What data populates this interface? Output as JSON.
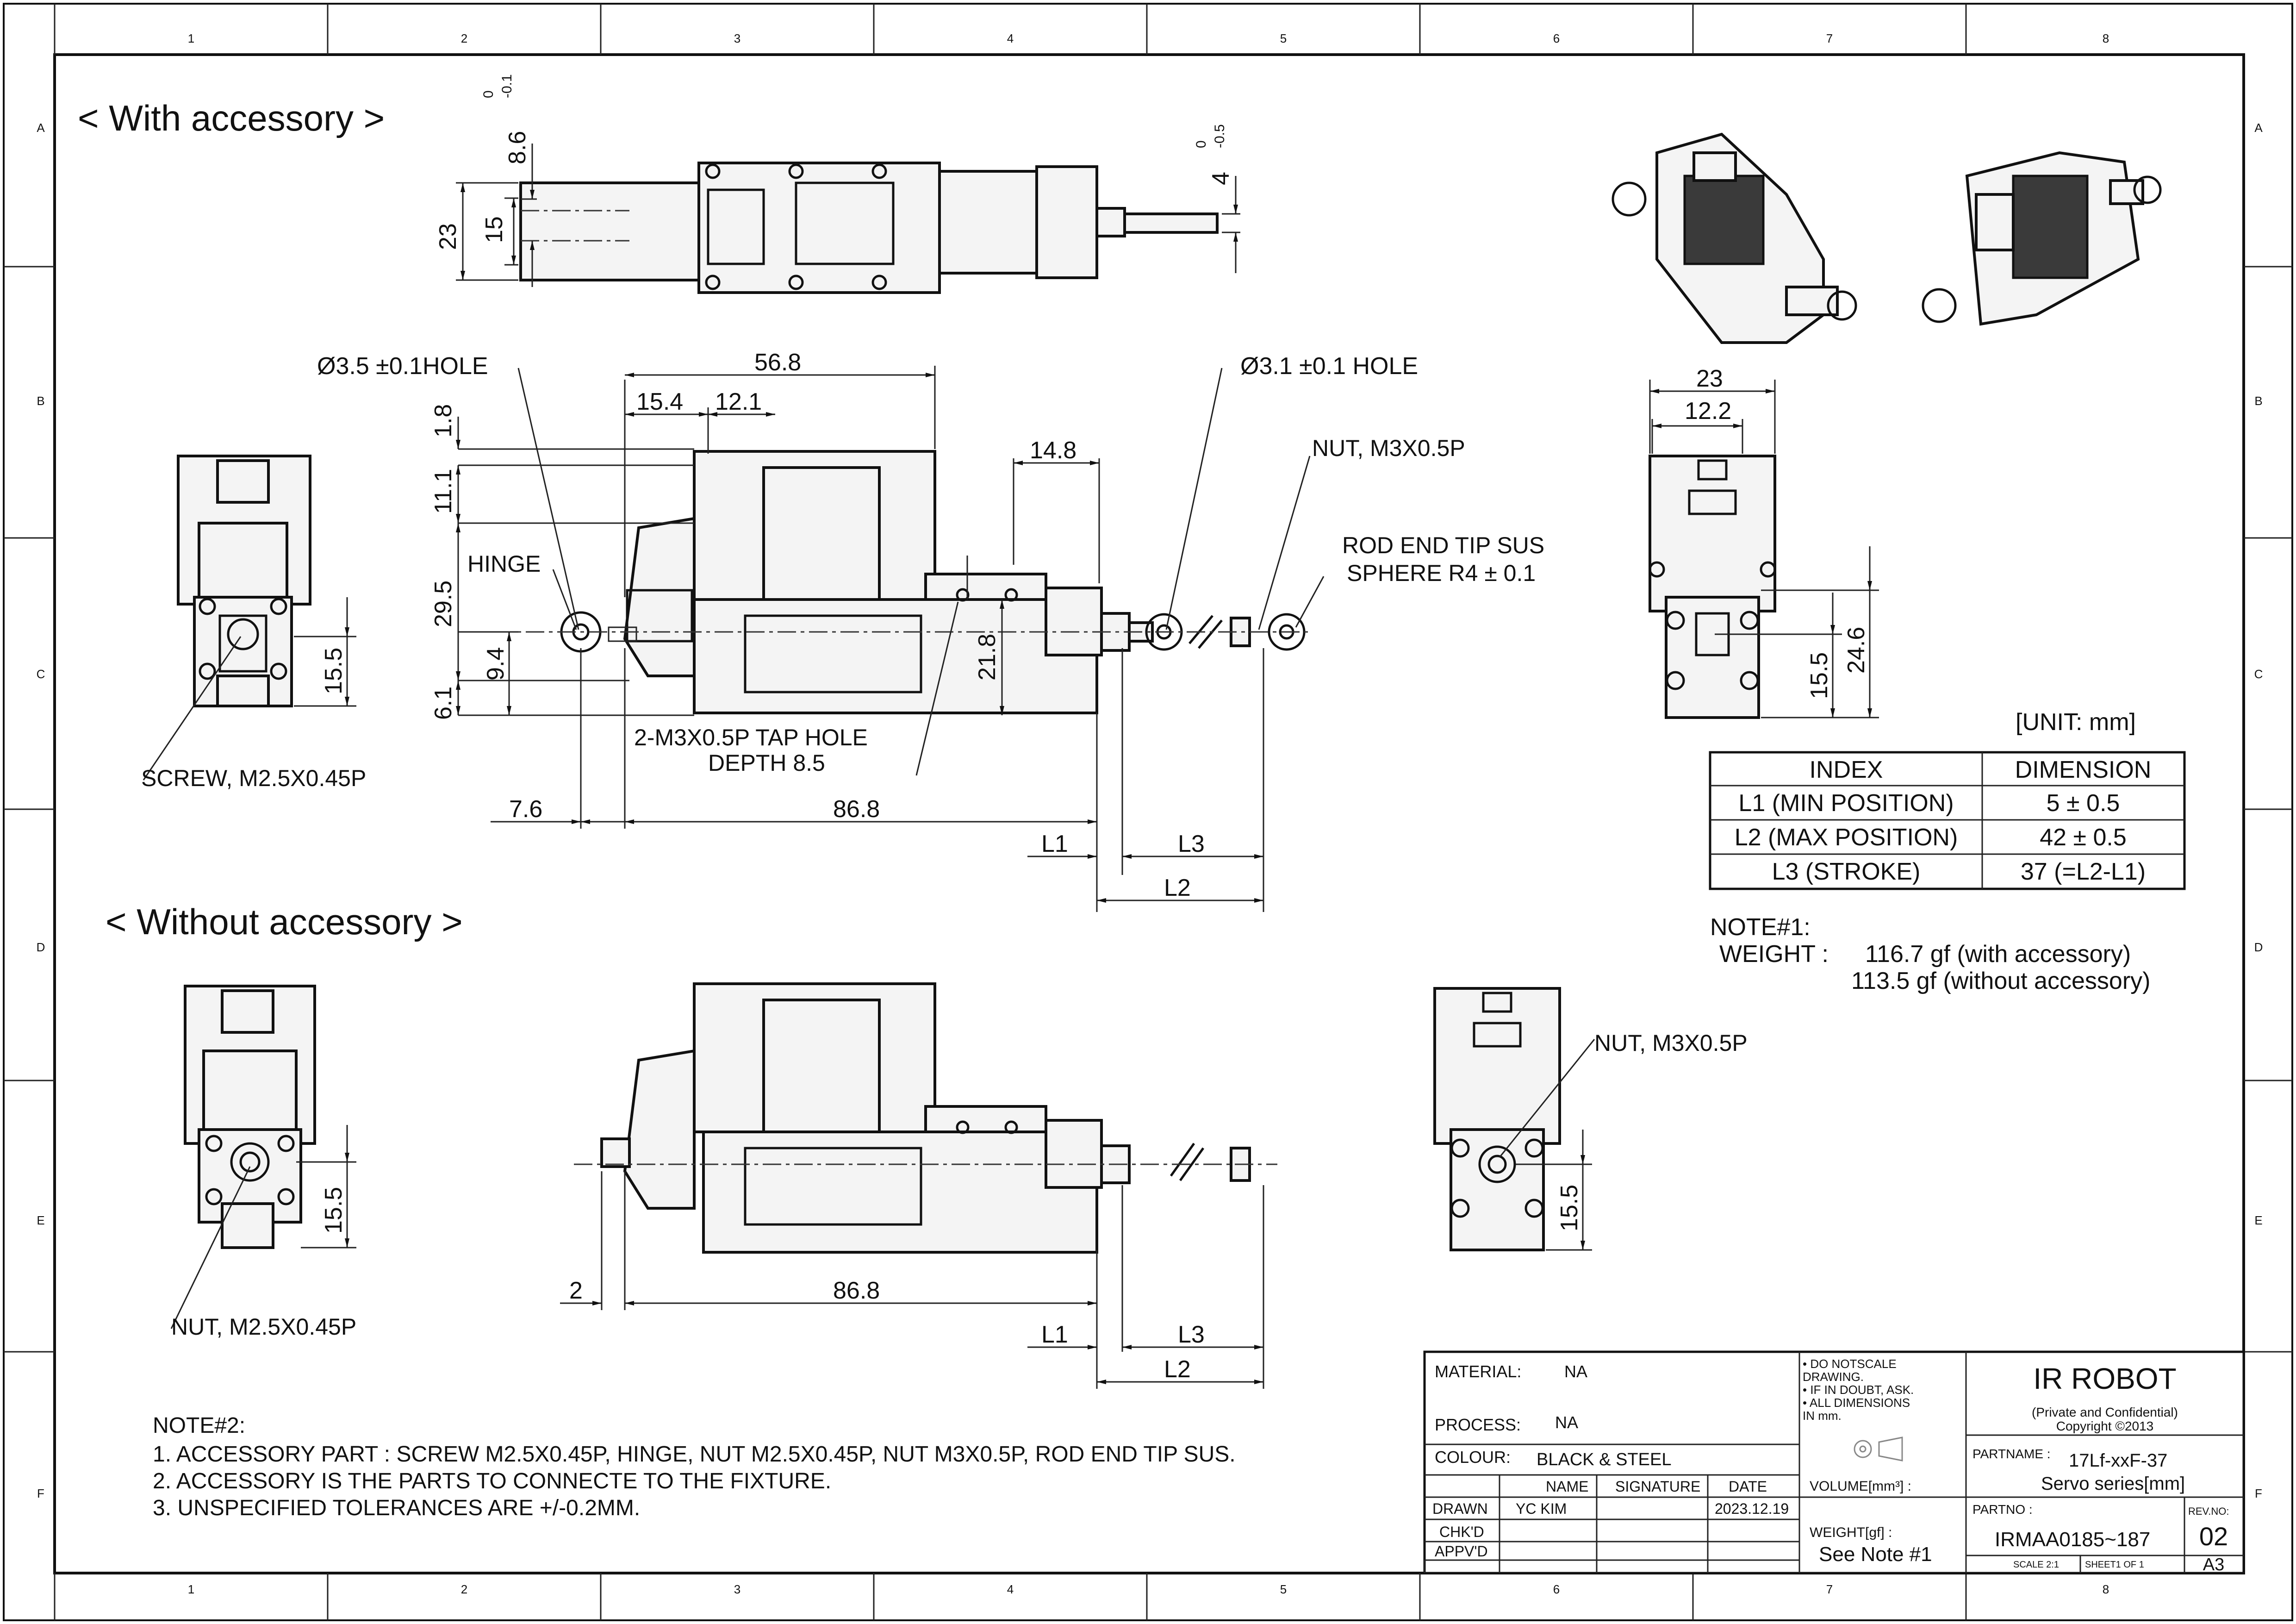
{
  "frame": {
    "cols": [
      "1",
      "2",
      "3",
      "4",
      "5",
      "6",
      "7",
      "8"
    ],
    "rows": [
      "A",
      "B",
      "C",
      "D",
      "E",
      "F"
    ]
  },
  "views": {
    "with_title": "< With accessory >",
    "without_title": "< Without accessory >"
  },
  "dims_top": {
    "d86": "8.6",
    "d86_tol_up": "0",
    "d86_tol_dn": "-0.1",
    "d23": "23",
    "d15": "15",
    "d4": "4",
    "d4_tol_up": "0",
    "d4_tol_dn": "-0.5"
  },
  "dims_side": {
    "hole35": "Ø3.5 ±0.1HOLE",
    "hole31": "Ø3.1 ±0.1 HOLE",
    "d568": "56.8",
    "d154": "15.4",
    "d121": "12.1",
    "d148": "14.8",
    "d18": "1.8",
    "d111": "11.1",
    "d295": "29.5",
    "d94": "9.4",
    "d61": "6.1",
    "d218": "21.8",
    "hinge": "HINGE",
    "nut_m3": "NUT, M3X0.5P",
    "rod_end_1": "ROD END TIP SUS",
    "rod_end_2": "SPHERE R4 ± 0.1",
    "tap_1": "2-M3X0.5P TAP HOLE",
    "tap_2": "DEPTH 8.5",
    "d76": "7.6",
    "d868": "86.8",
    "L1": "L1",
    "L2": "L2",
    "L3": "L3"
  },
  "dims_front": {
    "d155": "15.5",
    "screw": "SCREW, M2.5X0.45P"
  },
  "dims_right": {
    "d23": "23",
    "d122": "12.2",
    "d155": "15.5",
    "d246": "24.6"
  },
  "unit": "[UNIT: mm]",
  "table": {
    "headers": [
      "INDEX",
      "DIMENSION"
    ],
    "rows": [
      [
        "L1 (MIN POSITION)",
        "5 ± 0.5"
      ],
      [
        "L2 (MAX POSITION)",
        "42 ± 0.5"
      ],
      [
        "L3 (STROKE)",
        "37 (=L2-L1)"
      ]
    ]
  },
  "note1": {
    "title": "NOTE#1:",
    "weight_label": "WEIGHT :",
    "w1": "116.7 gf  (with accessory)",
    "w2": "113.5 gf  (without accessory)"
  },
  "dims_bottom": {
    "d155a": "15.5",
    "nut_m25": "NUT, M2.5X0.45P",
    "d2": "2",
    "d868": "86.8",
    "L1": "L1",
    "L2": "L2",
    "L3": "L3",
    "nut_m3": "NUT, M3X0.5P",
    "d155b": "15.5"
  },
  "note2": {
    "title": "NOTE#2:",
    "lines": [
      "1. ACCESSORY PART :  SCREW M2.5X0.45P, HINGE, NUT M2.5X0.45P, NUT M3X0.5P, ROD END TIP SUS.",
      "2. ACCESSORY IS THE PARTS TO CONNECTE TO THE FIXTURE.",
      "3. UNSPECIFIED TOLERANCES ARE +/-0.2MM."
    ]
  },
  "title_block": {
    "material_label": "MATERIAL:",
    "material": "NA",
    "process_label": "PROCESS:",
    "process": "NA",
    "colour_label": "COLOUR:",
    "colour": "BLACK & STEEL",
    "col_name": "NAME",
    "col_signature": "SIGNATURE",
    "col_date": "DATE",
    "drawn_label": "DRAWN",
    "drawn_name": "YC KIM",
    "drawn_date": "2023.12.19",
    "chkd_label": "CHK'D",
    "apprd_label": "APPV'D",
    "notes": [
      "• DO NOTSCALE",
      "  DRAWING.",
      "• IF IN DOUBT, ASK.",
      "• ALL DIMENSIONS",
      "  IN mm."
    ],
    "volume_label": "VOLUME[mm³] :",
    "weight_label": "WEIGHT[gf] :",
    "weight_value": "See Note #1",
    "company": "IR ROBOT",
    "conf_1": "(Private and Confidential)",
    "conf_2": "Copyright ©2013",
    "partname_label": "PARTNAME :",
    "partname_1": "17Lf-xxF-37",
    "partname_2": "Servo series[mm]",
    "partno_label": "PARTNO :",
    "partno": "IRMAA0185~187",
    "rev_label": "REV.NO:",
    "rev": "02",
    "scale": "SCALE  2:1",
    "sheet": "SHEET1 OF 1",
    "size": "A3"
  }
}
